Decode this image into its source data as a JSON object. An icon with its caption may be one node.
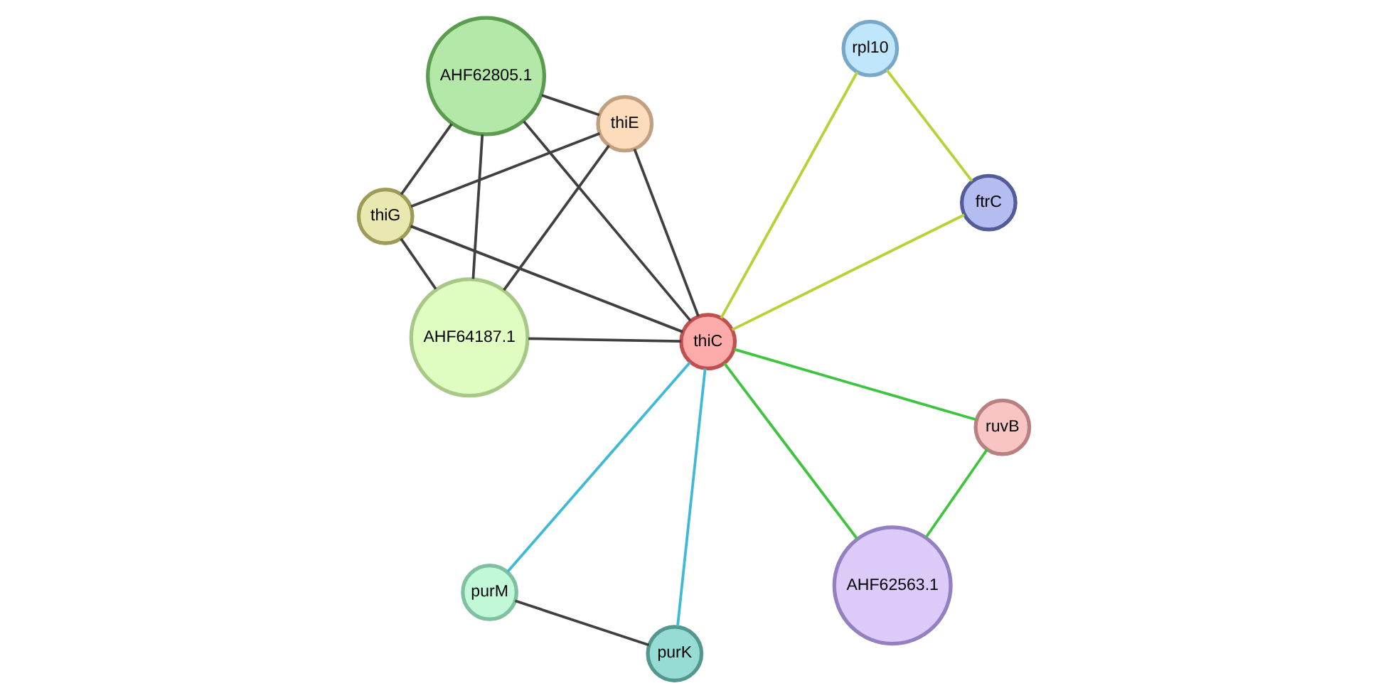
{
  "diagram": {
    "nodes": [
      {
        "text": [
          "rpl10"
        ]
      },
      {
        "text": [
          "ftrC"
        ]
      },
      {
        "text": [
          "purK"
        ]
      },
      {
        "text": [
          "purM"
        ]
      },
      {
        "text": [
          "thiC"
        ]
      },
      {
        "text": [
          "AHF64187.1"
        ]
      },
      {
        "text": [
          "thiE"
        ]
      },
      {
        "text": [
          "AHF62805.1"
        ]
      },
      {
        "text": [
          "thiG"
        ]
      },
      {
        "text": [
          "AHF62563.1"
        ]
      },
      {
        "text": [
          "ruvB"
        ]
      }
    ],
    "edges": [
      {
        "from": 0,
        "to": 1,
        "arrow": "none",
        "color": "#b5d334"
      },
      {
        "from": 0,
        "to": 4,
        "arrow": "none",
        "color": "#b5d334"
      },
      {
        "from": 1,
        "to": 4,
        "arrow": "none",
        "color": "#b5d334"
      },
      {
        "from": 2,
        "to": 3,
        "arrow": "none",
        "color": "#404040"
      },
      {
        "from": 2,
        "to": 4,
        "arrow": "none",
        "color": "#3eb9d6"
      },
      {
        "from": 3,
        "to": 4,
        "arrow": "none",
        "color": "#3eb9d6"
      },
      {
        "from": 4,
        "to": 5,
        "arrow": "none",
        "color": "#404040"
      },
      {
        "from": 4,
        "to": 6,
        "arrow": "none",
        "color": "#404040"
      },
      {
        "from": 4,
        "to": 7,
        "arrow": "none",
        "color": "#404040"
      },
      {
        "from": 4,
        "to": 8,
        "arrow": "none",
        "color": "#404040"
      },
      {
        "from": 4,
        "to": 9,
        "arrow": "none",
        "color": "#3ec43e"
      },
      {
        "from": 4,
        "to": 10,
        "arrow": "none",
        "color": "#3ec43e"
      },
      {
        "from": 5,
        "to": 6,
        "arrow": "none",
        "color": "#404040"
      },
      {
        "from": 5,
        "to": 7,
        "arrow": "none",
        "color": "#404040"
      },
      {
        "from": 5,
        "to": 8,
        "arrow": "none",
        "color": "#404040"
      },
      {
        "from": 6,
        "to": 7,
        "arrow": "none",
        "color": "#404040"
      },
      {
        "from": 6,
        "to": 8,
        "arrow": "none",
        "color": "#404040"
      },
      {
        "from": 8,
        "to": 7,
        "arrow": "none",
        "color": "#404040"
      },
      {
        "from": 9,
        "to": 10,
        "arrow": "none",
        "color": "#3ec43e"
      }
    ]
  }
}
